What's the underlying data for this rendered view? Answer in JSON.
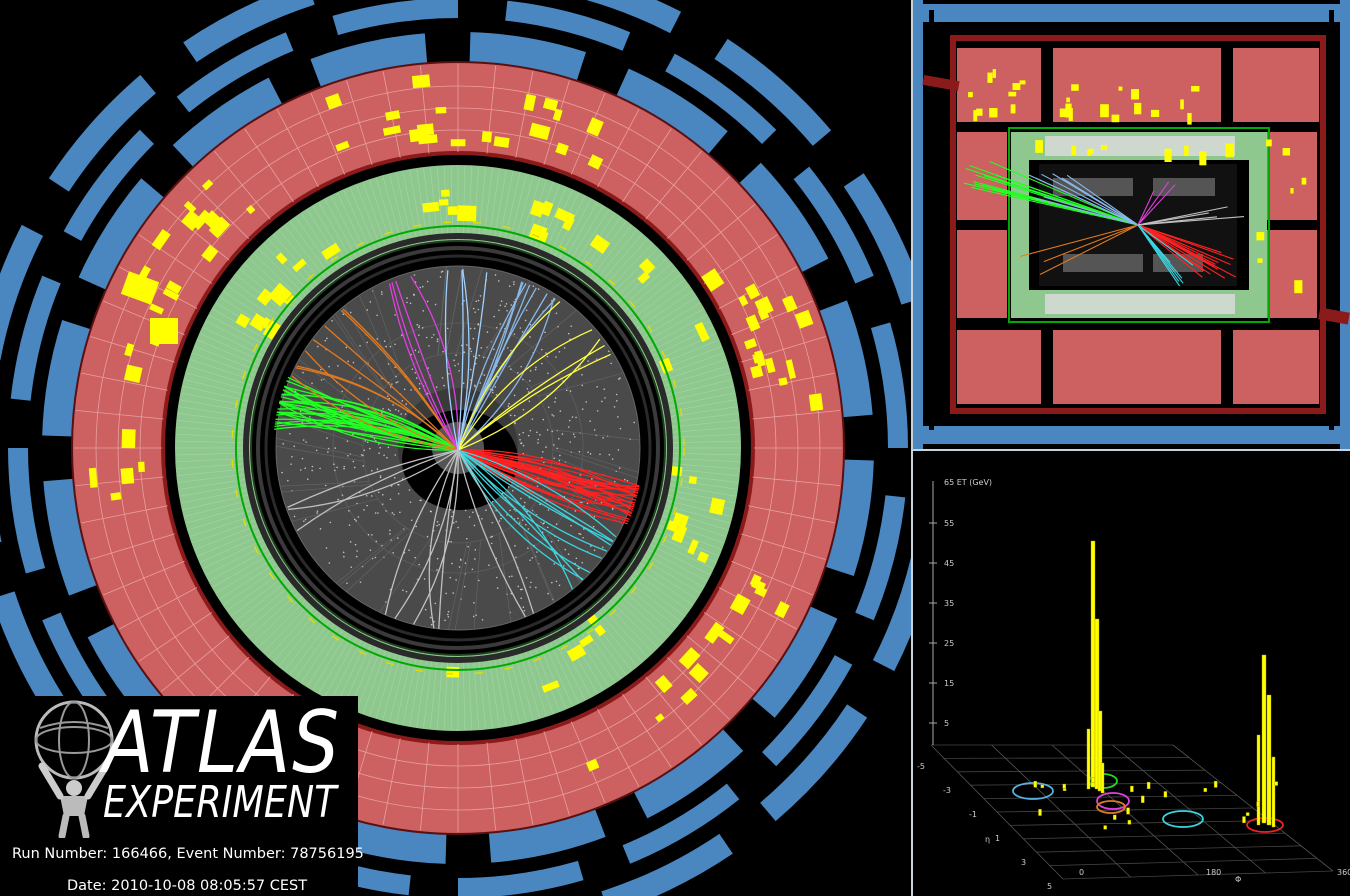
{
  "logo": {
    "title": "ATLAS",
    "subtitle": "EXPERIMENT"
  },
  "event": {
    "run_line": "Run Number: 166466, Event Number: 78756195",
    "date_line": "Date: 2010-10-08 08:05:57 CEST"
  },
  "lego_plot": {
    "z_axis_label": "65 ET (GeV)",
    "z_ticks": [
      "55",
      "45",
      "35",
      "25",
      "15",
      "5"
    ],
    "eta_label": "η",
    "eta_ticks": [
      "-5",
      "-3",
      "-1",
      "1",
      "3",
      "5"
    ],
    "phi_label": "Φ",
    "phi_ticks": [
      "0",
      "180",
      "360"
    ]
  },
  "colors": {
    "muon": "#4a86c0",
    "hadronic_cal": "#cd5c5c",
    "em_cal": "#8fbc8f",
    "energy_deposit": "#ffff00",
    "inner_detector": "#4d4d4d"
  }
}
